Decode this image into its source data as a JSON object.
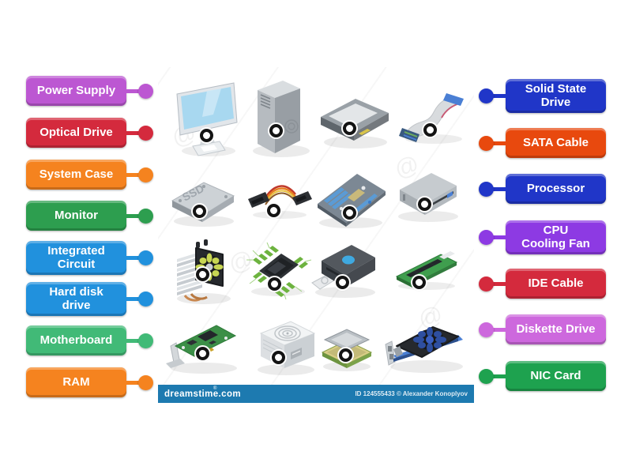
{
  "activity": {
    "type": "labelled-diagram",
    "left_labels": [
      {
        "id": "power-supply",
        "text": "Power Supply",
        "color": "#bc57d2"
      },
      {
        "id": "optical-drive",
        "text": "Optical Drive",
        "color": "#d42a3d"
      },
      {
        "id": "system-case",
        "text": "System Case",
        "color": "#f5831f"
      },
      {
        "id": "monitor",
        "text": "Monitor",
        "color": "#2d9e4f"
      },
      {
        "id": "integrated-circuit",
        "text": "Integrated\nCircuit",
        "color": "#2191dd"
      },
      {
        "id": "hard-disk-drive",
        "text": "Hard disk\ndrive",
        "color": "#2191dd"
      },
      {
        "id": "motherboard",
        "text": "Motherboard",
        "color": "#41ba77"
      },
      {
        "id": "ram",
        "text": "RAM",
        "color": "#f5831f"
      }
    ],
    "right_labels": [
      {
        "id": "solid-state-drive",
        "text": "Solid State\nDrive",
        "color": "#2036c8"
      },
      {
        "id": "sata-cable",
        "text": "SATA Cable",
        "color": "#e8490e"
      },
      {
        "id": "processor",
        "text": "Processor",
        "color": "#2036c8"
      },
      {
        "id": "cpu-cooling-fan",
        "text": "CPU\nCooling Fan",
        "color": "#8d3ae3"
      },
      {
        "id": "ide-cable",
        "text": "IDE Cable",
        "color": "#d42a3d"
      },
      {
        "id": "diskette-drive",
        "text": "Diskette Drive",
        "color": "#cd68dd"
      },
      {
        "id": "nic-card",
        "text": "NIC Card",
        "color": "#1ea24f"
      }
    ]
  },
  "image": {
    "ssd_text": "SSD",
    "components": [
      "monitor",
      "system-case",
      "hard-disk-drive",
      "ide-ribbon-cable",
      "ssd",
      "sata-cable",
      "motherboard",
      "optical-drive",
      "cpu-cooler",
      "integrated-circuit",
      "diskette-drive",
      "ram",
      "nic-card",
      "power-supply",
      "processor",
      "graphics-card"
    ],
    "watermark_bar": {
      "logo_text": "dreamstime.com",
      "reg": "®",
      "credit_text": "ID 124555433 © Alexander Konoplyov",
      "bar_color": "#1d7ab0"
    }
  }
}
